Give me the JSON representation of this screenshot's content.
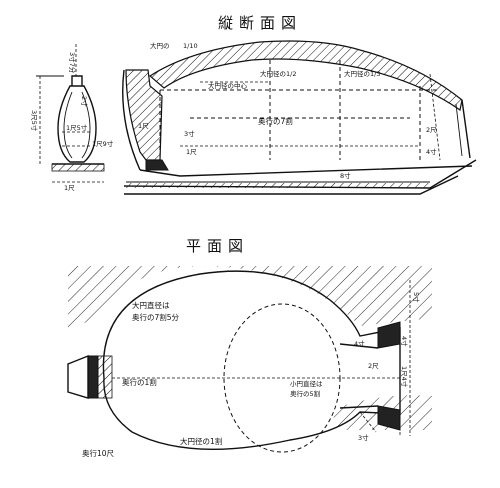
{
  "titles": {
    "section": "縦断面図",
    "plan": "平面図"
  },
  "section_labels": {
    "chimney_height": "3寸7分",
    "chimney_width": "2寸",
    "body_height": "3尺5寸",
    "wall_a": "1尺5寸",
    "wall_b": "1尺9寸",
    "base_width": "1尺",
    "arc_big": "大円の",
    "arc_big_frac": "1/10",
    "big_radius_half": "大円径の1/2",
    "big_radius_third": "大円径の1/3",
    "center_mark": "大円径の中心",
    "depth_70": "奥行の7割",
    "h_1shaku": "1尺",
    "h_3sun": "3寸",
    "h_1shaku_b": "1尺",
    "right_2shaku": "2尺",
    "right_4sun": "4寸",
    "right_8sun": "8寸"
  },
  "plan_labels": {
    "big_circle": "大円直径は",
    "big_circle_2": "奥行の7割5分",
    "depth_10": "奥行の1割",
    "small_circle": "小円直径は",
    "small_circle_2": "奥行の5割",
    "big_circle_10": "大円径の1割",
    "depth_total": "奥行10尺",
    "mouth_4sun": "4寸",
    "mouth_2shaku": "2尺",
    "mouth_3sun": "3寸",
    "right_v1": "4寸",
    "right_v2": "1尺4寸",
    "right_v3": "5寸"
  }
}
